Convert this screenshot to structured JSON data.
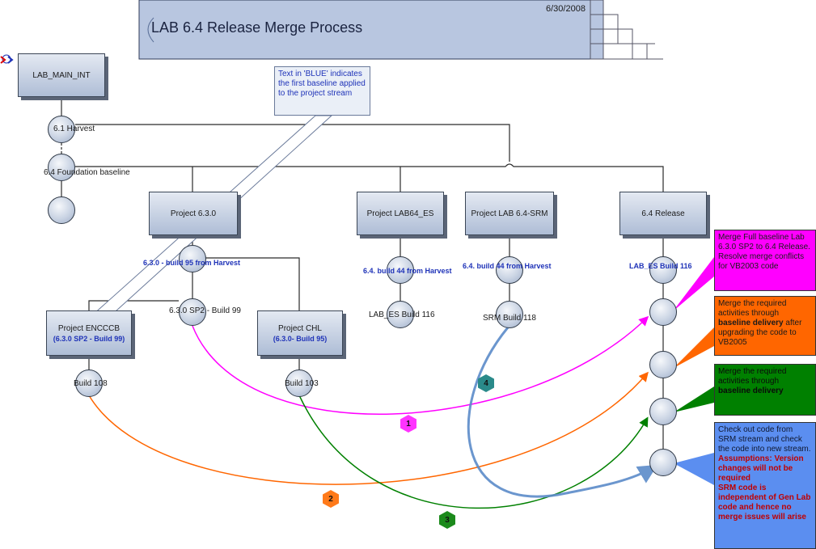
{
  "header": {
    "title": "LAB 6.4 Release Merge Process",
    "date": "6/30/2008"
  },
  "boxes": {
    "main_int": "LAB_MAIN_INT",
    "project_630": "Project 6.3.0",
    "lab64_es": "Project LAB64_ES",
    "lab64_srm": "Project LAB 6.4-SRM",
    "release_64": "6.4 Release",
    "encccb": "Project ENCCCB",
    "encccb_sub": "(6.3.0 SP2 - Build 99)",
    "chl": "Project CHL",
    "chl_sub": "(6.3.0- Build 95)"
  },
  "labels": {
    "harvest": "6.1 Harvest",
    "foundation": "6.4 Foundation baseline",
    "sp2_build": "6.3.0 SP2 - Build 99",
    "lab_es_build": "LAB_ES Build 116",
    "srm_build": "SRM Build 118",
    "build_108": "Build 108",
    "build_103": "Build 103"
  },
  "blue_labels": {
    "build95": "6.3.0 - build 95 from Harvest",
    "es_build44": "6.4. build 44 from Harvest",
    "srm_build44": "6.4. build 44 from Harvest",
    "release_build116": "LAB_ES Build 116"
  },
  "callout_blue": "Text in 'BLUE' indicates the first baseline applied to the project stream",
  "notes": {
    "magenta": "Merge Full baseline Lab 6.3.0 SP2 to 6.4 Release. Resolve merge conflicts for VB2003 code",
    "orange_pre": "Merge the required activities through ",
    "orange_bold": "baseline delivery",
    "orange_post": " after upgrading the code  to VB2005",
    "green_pre": "Merge the required activities through ",
    "green_bold": "baseline delivery",
    "blue_plain": "Check out code from SRM stream and check the code into new stream.",
    "blue_red": "Assumptions: Version changes will not be required\nSRM code is independent of Gen Lab code and hence no merge issues will arise"
  },
  "steps": [
    "1",
    "2",
    "3",
    "4"
  ],
  "colors": {
    "magenta": "#ff00ff",
    "orange": "#ff6600",
    "green": "#008000",
    "steel_blue": "#5b8bc9",
    "note_blue": "#5b8ef0",
    "blue_text": "#1f33b8",
    "red_text": "#c00000"
  }
}
